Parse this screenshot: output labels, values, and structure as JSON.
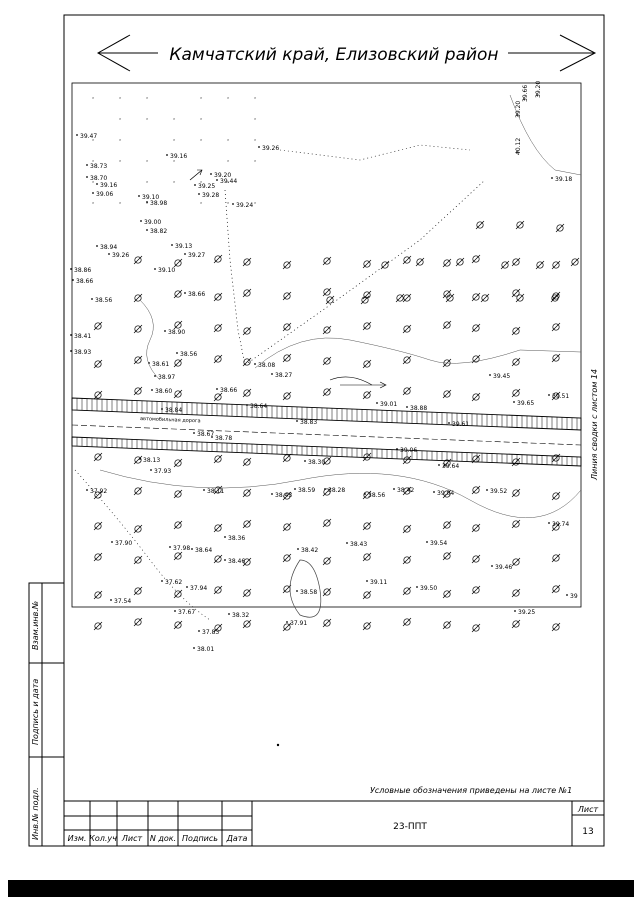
{
  "title": "Камчатский край, Елизовский район",
  "side_note": "Линия сводки с листом 14",
  "legend_note": "Условные обозначения приведены на листе №1",
  "road_label": "автомобильная дорога",
  "approval_labels": [
    "Взам.инв.№",
    "Подпись и дата",
    "Инв.№ подл."
  ],
  "stamp": {
    "headers": [
      "Изм.",
      "Кол.уч",
      "Лист",
      "N док.",
      "Подпись",
      "Дата"
    ],
    "document_code": "23-ППТ",
    "sheet_label": "Лист",
    "sheet_number": "13"
  },
  "elevations": [
    "39.47",
    "38.73",
    "38.70",
    "39.16",
    "39.06",
    "39.10",
    "38.98",
    "39.16",
    "39.20",
    "39.25",
    "39.28",
    "39.44",
    "39.26",
    "39.24",
    "39.00",
    "38.82",
    "38.94",
    "39.13",
    "39.27",
    "39.26",
    "38.86",
    "38.66",
    "39.10",
    "38.56",
    "38.66",
    "38.41",
    "38.90",
    "38.93",
    "38.56",
    "38.61",
    "38.97",
    "38.60",
    "38.66",
    "38.08",
    "38.27",
    "38.64",
    "38.84",
    "38.78",
    "38.67",
    "38.83",
    "39.01",
    "38.88",
    "39.06",
    "39.45",
    "39.65",
    "39.51",
    "39.61",
    "39.64",
    "38.13",
    "37.93",
    "38.30",
    "37.92",
    "38.11",
    "38.43",
    "38.59",
    "38.28",
    "38.56",
    "38.42",
    "39.04",
    "39.52",
    "39.74",
    "37.90",
    "37.98",
    "38.64",
    "38.36",
    "38.46",
    "38.42",
    "38.43",
    "39.54",
    "39.46",
    "37.62",
    "37.94",
    "38.58",
    "39.11",
    "39.50",
    "37.54",
    "37.67",
    "38.32",
    "37.91",
    "37.83",
    "38.01",
    "39.25",
    "39",
    "40.12",
    "39.18",
    "39.66",
    "39.20",
    "39.20"
  ],
  "icon_names": [
    "swamp-vegetation-symbol",
    "grass-symbol",
    "bridge-symbol"
  ]
}
